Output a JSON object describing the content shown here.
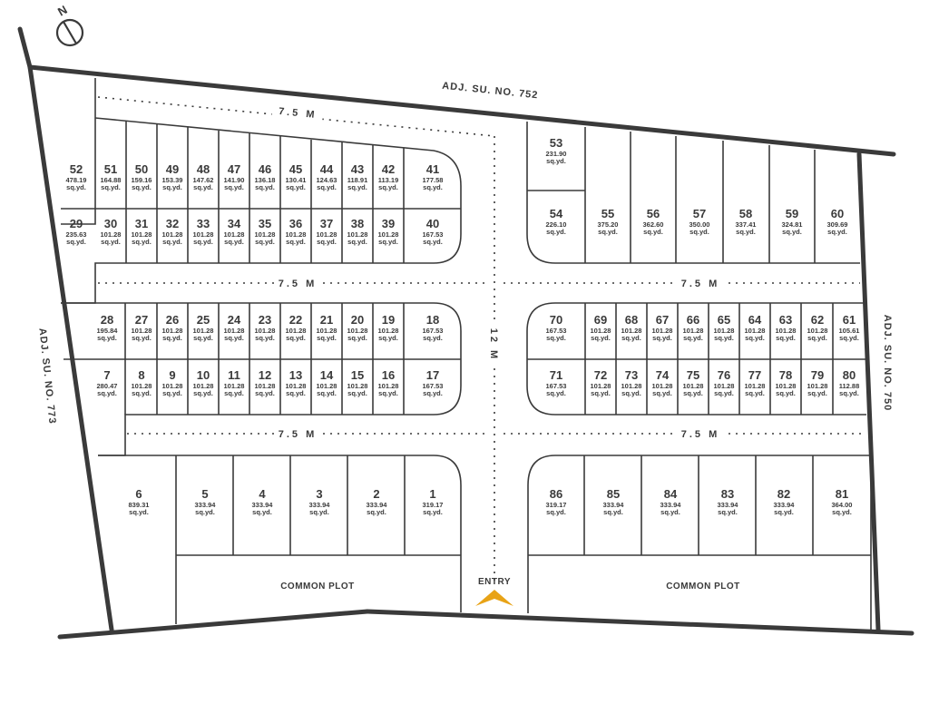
{
  "labels": {
    "adj_top": "ADJ. SU. NO. 752",
    "adj_left": "ADJ. SU. NO. 773",
    "adj_right": "ADJ. SU. NO. 750",
    "road_small": "7.5 M",
    "road_main": "12 M",
    "entry": "ENTRY",
    "common_plot": "COMMON PLOT",
    "compass": "N",
    "unit": "sq.yd."
  },
  "plots": [
    {
      "no": "52",
      "area": "478.19"
    },
    {
      "no": "51",
      "area": "164.88"
    },
    {
      "no": "50",
      "area": "159.16"
    },
    {
      "no": "49",
      "area": "153.39"
    },
    {
      "no": "48",
      "area": "147.62"
    },
    {
      "no": "47",
      "area": "141.90"
    },
    {
      "no": "46",
      "area": "136.18"
    },
    {
      "no": "45",
      "area": "130.41"
    },
    {
      "no": "44",
      "area": "124.63"
    },
    {
      "no": "43",
      "area": "118.91"
    },
    {
      "no": "42",
      "area": "113.19"
    },
    {
      "no": "41",
      "area": "177.58"
    },
    {
      "no": "29",
      "area": "235.63"
    },
    {
      "no": "30",
      "area": "101.28"
    },
    {
      "no": "31",
      "area": "101.28"
    },
    {
      "no": "32",
      "area": "101.28"
    },
    {
      "no": "33",
      "area": "101.28"
    },
    {
      "no": "34",
      "area": "101.28"
    },
    {
      "no": "35",
      "area": "101.28"
    },
    {
      "no": "36",
      "area": "101.28"
    },
    {
      "no": "37",
      "area": "101.28"
    },
    {
      "no": "38",
      "area": "101.28"
    },
    {
      "no": "39",
      "area": "101.28"
    },
    {
      "no": "40",
      "area": "167.53"
    },
    {
      "no": "53",
      "area": "231.90"
    },
    {
      "no": "54",
      "area": "226.10"
    },
    {
      "no": "55",
      "area": "375.20"
    },
    {
      "no": "56",
      "area": "362.60"
    },
    {
      "no": "57",
      "area": "350.00"
    },
    {
      "no": "58",
      "area": "337.41"
    },
    {
      "no": "59",
      "area": "324.81"
    },
    {
      "no": "60",
      "area": "309.69"
    },
    {
      "no": "28",
      "area": "195.84"
    },
    {
      "no": "27",
      "area": "101.28"
    },
    {
      "no": "26",
      "area": "101.28"
    },
    {
      "no": "25",
      "area": "101.28"
    },
    {
      "no": "24",
      "area": "101.28"
    },
    {
      "no": "23",
      "area": "101.28"
    },
    {
      "no": "22",
      "area": "101.28"
    },
    {
      "no": "21",
      "area": "101.28"
    },
    {
      "no": "20",
      "area": "101.28"
    },
    {
      "no": "19",
      "area": "101.28"
    },
    {
      "no": "18",
      "area": "167.53"
    },
    {
      "no": "7",
      "area": "280.47"
    },
    {
      "no": "8",
      "area": "101.28"
    },
    {
      "no": "9",
      "area": "101.28"
    },
    {
      "no": "10",
      "area": "101.28"
    },
    {
      "no": "11",
      "area": "101.28"
    },
    {
      "no": "12",
      "area": "101.28"
    },
    {
      "no": "13",
      "area": "101.28"
    },
    {
      "no": "14",
      "area": "101.28"
    },
    {
      "no": "15",
      "area": "101.28"
    },
    {
      "no": "16",
      "area": "101.28"
    },
    {
      "no": "17",
      "area": "167.53"
    },
    {
      "no": "70",
      "area": "167.53"
    },
    {
      "no": "69",
      "area": "101.28"
    },
    {
      "no": "68",
      "area": "101.28"
    },
    {
      "no": "67",
      "area": "101.28"
    },
    {
      "no": "66",
      "area": "101.28"
    },
    {
      "no": "65",
      "area": "101.28"
    },
    {
      "no": "64",
      "area": "101.28"
    },
    {
      "no": "63",
      "area": "101.28"
    },
    {
      "no": "62",
      "area": "101.28"
    },
    {
      "no": "61",
      "area": "105.61"
    },
    {
      "no": "71",
      "area": "167.53"
    },
    {
      "no": "72",
      "area": "101.28"
    },
    {
      "no": "73",
      "area": "101.28"
    },
    {
      "no": "74",
      "area": "101.28"
    },
    {
      "no": "75",
      "area": "101.28"
    },
    {
      "no": "76",
      "area": "101.28"
    },
    {
      "no": "77",
      "area": "101.28"
    },
    {
      "no": "78",
      "area": "101.28"
    },
    {
      "no": "79",
      "area": "101.28"
    },
    {
      "no": "80",
      "area": "112.88"
    },
    {
      "no": "6",
      "area": "839.31"
    },
    {
      "no": "5",
      "area": "333.94"
    },
    {
      "no": "4",
      "area": "333.94"
    },
    {
      "no": "3",
      "area": "333.94"
    },
    {
      "no": "2",
      "area": "333.94"
    },
    {
      "no": "1",
      "area": "319.17"
    },
    {
      "no": "86",
      "area": "319.17"
    },
    {
      "no": "85",
      "area": "333.94"
    },
    {
      "no": "84",
      "area": "333.94"
    },
    {
      "no": "83",
      "area": "333.94"
    },
    {
      "no": "82",
      "area": "333.94"
    },
    {
      "no": "81",
      "area": "364.00"
    }
  ],
  "colors": {
    "line": "#3a3a3a",
    "entry": "#e8a317",
    "background": "#ffffff"
  }
}
